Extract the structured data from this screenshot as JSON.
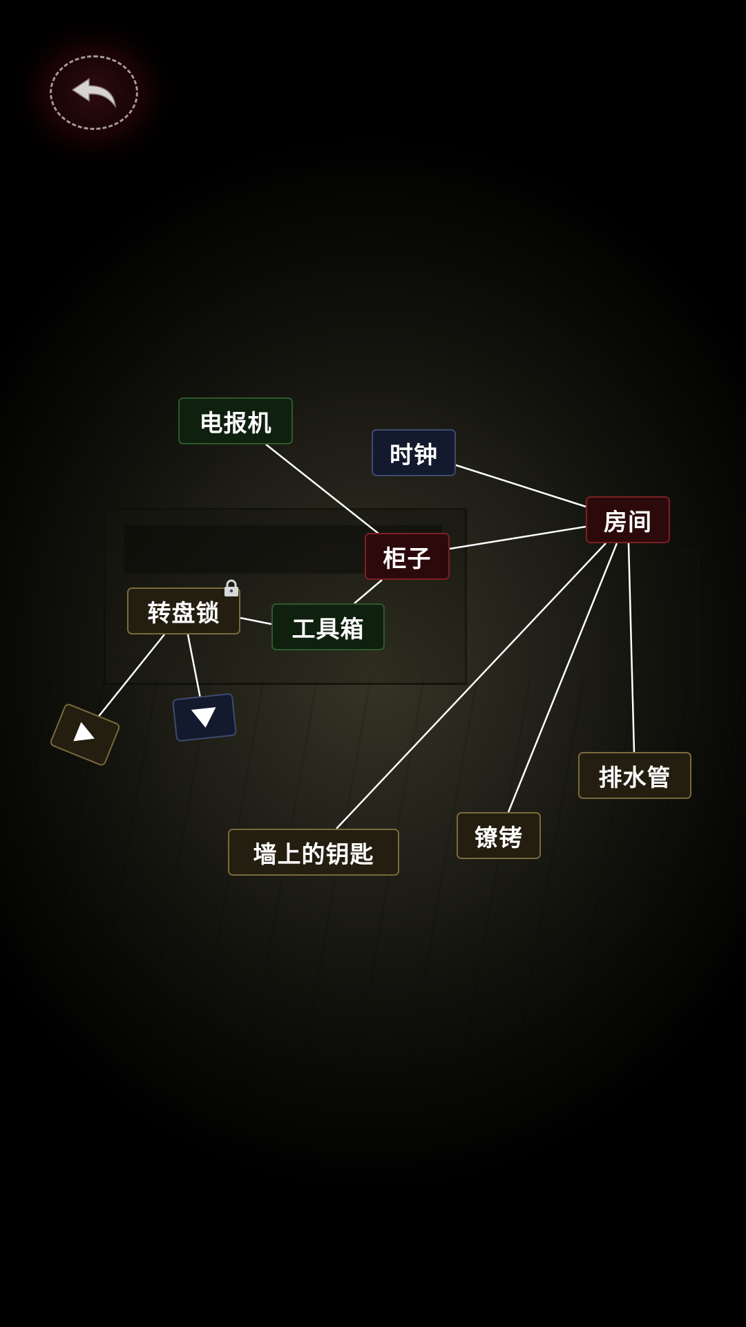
{
  "back_button": {
    "icon": "back-arrow-icon"
  },
  "nodes": {
    "telegraph": {
      "label": "电报机"
    },
    "clock": {
      "label": "时钟"
    },
    "room": {
      "label": "房间"
    },
    "cabinet": {
      "label": "柜子"
    },
    "dial_lock": {
      "label": "转盘锁",
      "locked": true
    },
    "toolbox": {
      "label": "工具箱"
    },
    "drainpipe": {
      "label": "排水管"
    },
    "pickaxe": {
      "label": "镣铐"
    },
    "wall_key": {
      "label": "墙上的钥匙"
    }
  },
  "colors": {
    "green_node": "#10200f",
    "blue_node": "#131a2e",
    "red_node": "#2c0a0c",
    "brown_node": "#231e10",
    "link_line": "#ffffff"
  },
  "links": [
    [
      "telegraph",
      "cabinet"
    ],
    [
      "clock",
      "room"
    ],
    [
      "cabinet",
      "room"
    ],
    [
      "cabinet",
      "toolbox"
    ],
    [
      "toolbox",
      "dial_lock"
    ],
    [
      "room",
      "wall_key"
    ],
    [
      "room",
      "pickaxe"
    ],
    [
      "room",
      "drainpipe"
    ],
    [
      "dial_lock",
      "arrow_right"
    ],
    [
      "dial_lock",
      "arrow_down"
    ]
  ],
  "arrows": {
    "right": {
      "icon": "play-triangle-icon"
    },
    "down": {
      "icon": "down-triangle-icon"
    }
  }
}
